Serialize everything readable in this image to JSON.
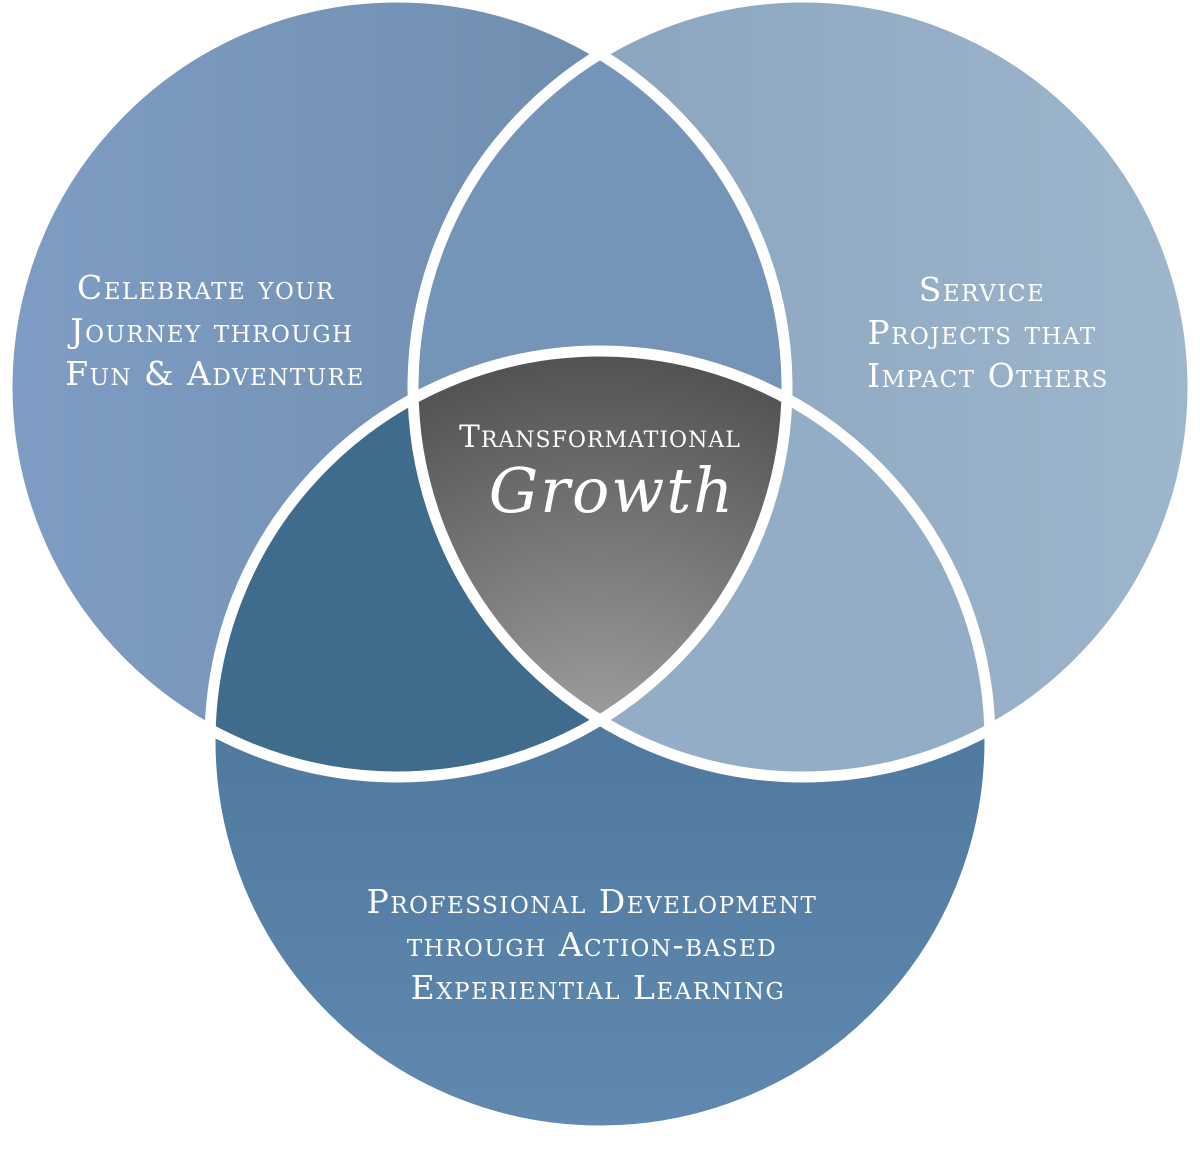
{
  "diagram": {
    "type": "venn-3",
    "circles": {
      "top_left": {
        "lines": [
          "Celebrate your",
          "Journey through",
          "Fun & Adventure"
        ]
      },
      "top_right": {
        "lines": [
          "Service",
          "Projects that",
          "Impact Others"
        ]
      },
      "bottom": {
        "lines": [
          "Professional Development",
          "through Action-based",
          "Experiential Learning"
        ]
      }
    },
    "center": {
      "title": "Transformational",
      "script": "Growth"
    }
  },
  "colors": {
    "top_left_light": "#7f9dc4",
    "top_left_dark": "#6a89a8",
    "top_right_light": "#9db6cc",
    "top_right_dark": "#86a0bb",
    "bottom_light": "#6189b0",
    "bottom_dark": "#3f6a90",
    "overlap_top": "#7595b8",
    "overlap_left": "#3f6b8d",
    "overlap_right": "#93adc6",
    "center_light": "#a8a8a8",
    "center_dark": "#4a4a4a",
    "outline": "#ffffff"
  }
}
